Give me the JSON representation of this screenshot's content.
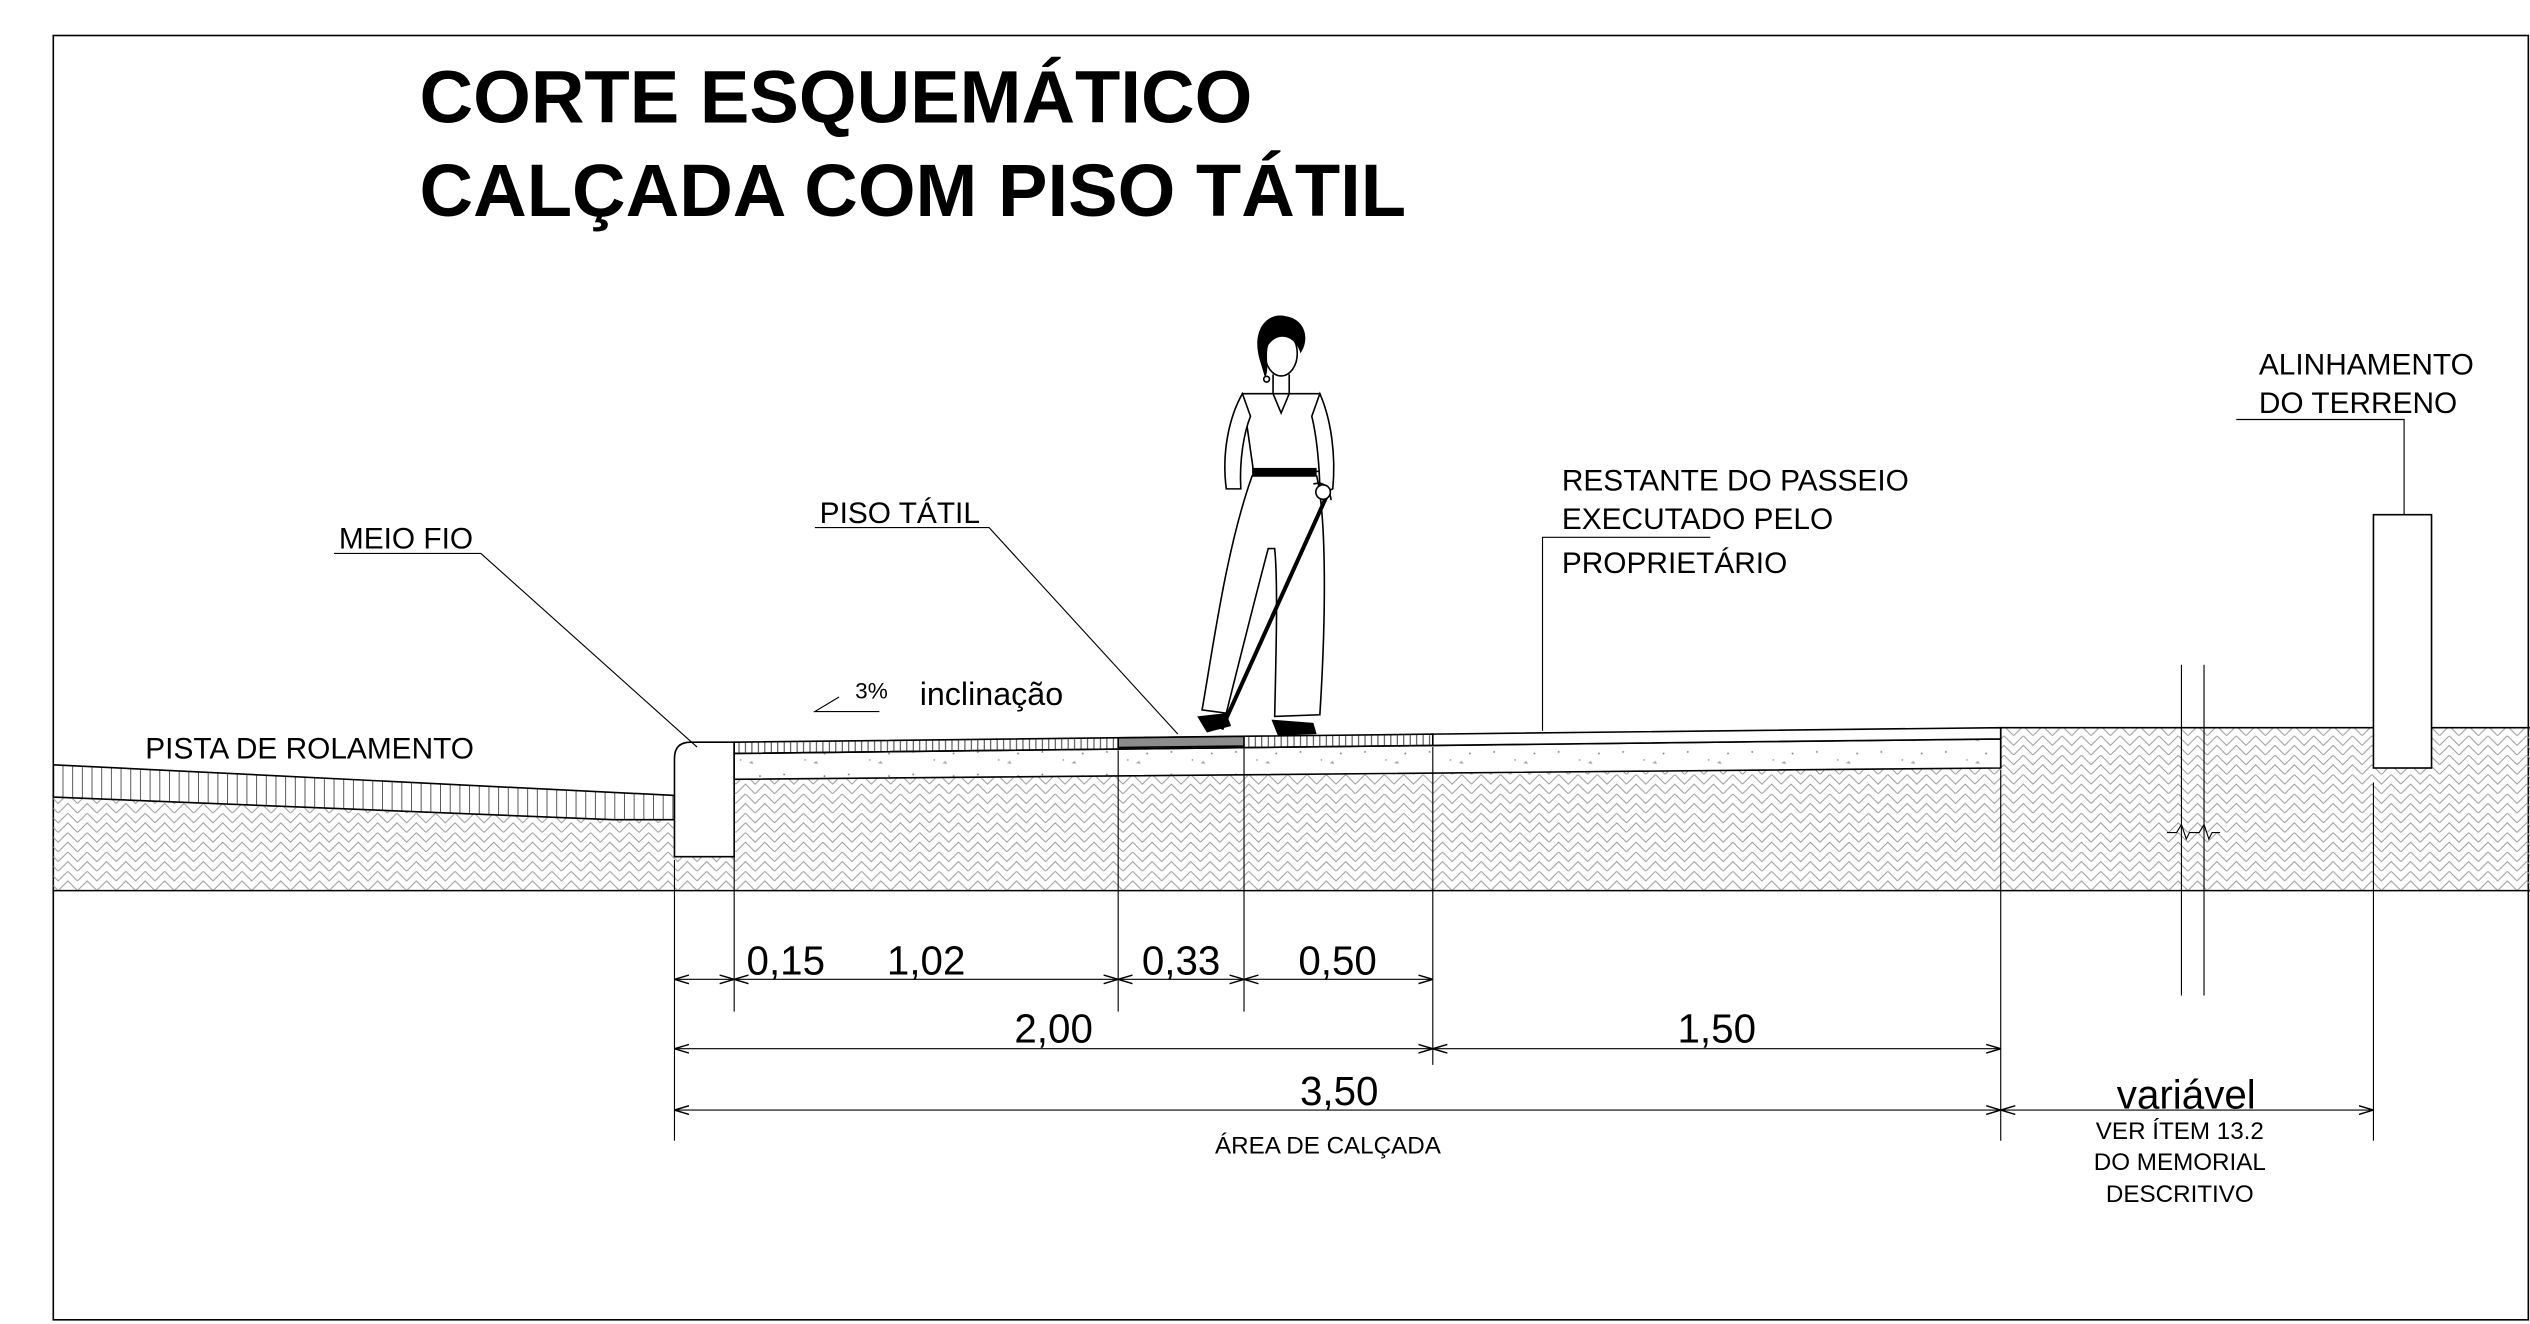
{
  "title": {
    "line1": "CORTE ESQUEMÁTICO",
    "line2": "CALÇADA COM PISO TÁTIL"
  },
  "labels": {
    "meio_fio": "MEIO FIO",
    "piso_tatil": "PISO TÁTIL",
    "pista": "PISTA DE ROLAMENTO",
    "slope_value": "3%",
    "slope_text": "inclinação",
    "restante": [
      "RESTANTE DO PASSEIO",
      "EXECUTADO PELO",
      "PROPRIETÁRIO"
    ],
    "alinhamento": [
      "ALINHAMENTO",
      "DO TERRENO"
    ]
  },
  "dimensions": {
    "row1": [
      "0,15",
      "1,02",
      "0,33",
      "0,50"
    ],
    "row2": [
      "2,00",
      "1,50"
    ],
    "total": "3,50",
    "area_label": "ÁREA DE CALÇADA",
    "variable": "variável",
    "variable_note": [
      "VER ÍTEM 13.2",
      "DO MEMORIAL",
      "DESCRITIVO"
    ]
  },
  "colors": {
    "line": "#000000",
    "hatch": "#9a9a9a",
    "tactile": "#8c8c8c"
  }
}
